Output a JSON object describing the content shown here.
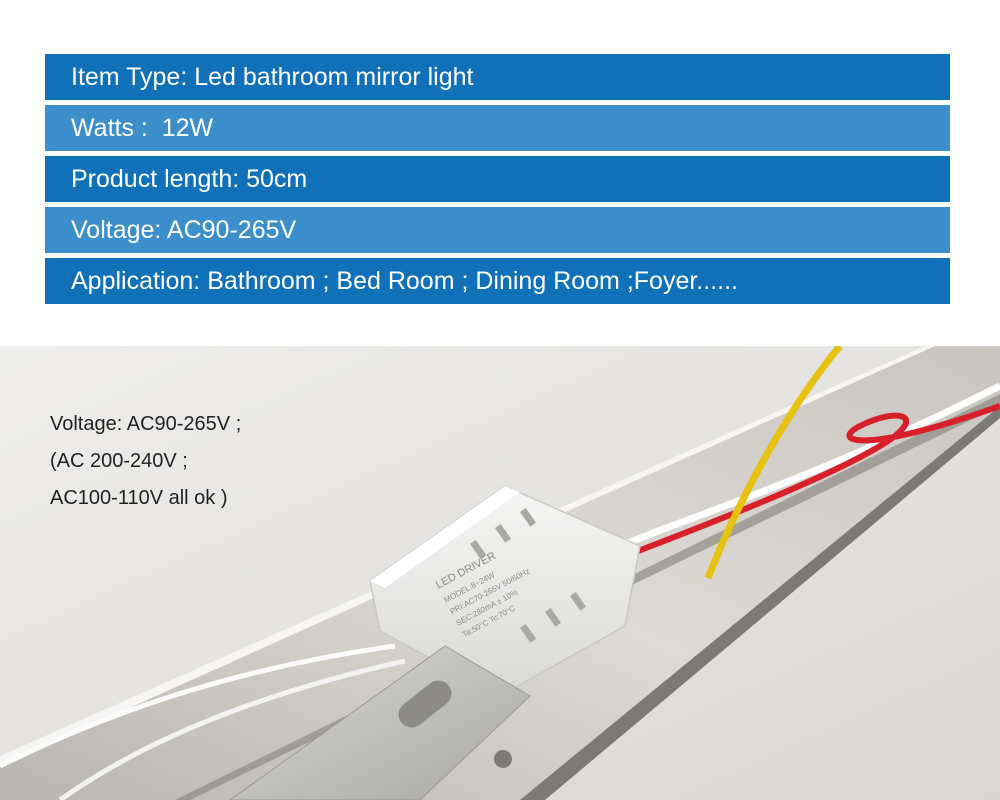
{
  "specs": [
    {
      "text": "Item Type: Led bathroom mirror light",
      "tone": "dark"
    },
    {
      "text": "Watts :  12W",
      "tone": "light"
    },
    {
      "text": "Product length: 50cm",
      "tone": "dark"
    },
    {
      "text": "Voltage: AC90-265V",
      "tone": "light"
    },
    {
      "text": "Application: Bathroom ; Bed Room ; Dining Room ;Foyer......",
      "tone": "dark"
    }
  ],
  "voltage_note": {
    "line1": "Voltage: AC90-265V ;",
    "line2": "(AC 200-240V ;",
    "line3": "AC100-110V all ok )"
  },
  "driver_label": {
    "title": "LED DRIVER",
    "model": "MODEL:8~24W",
    "input": "PRI:AC70-265V 50/60Hz",
    "output": "SEC:280mA ± 10%",
    "temp": "Ta:50°C  Tc:70°C"
  },
  "colors": {
    "bar_dark": "#1070b8",
    "bar_light": "#3d8fcc",
    "wire_yellow": "#f2d21a",
    "wire_red": "#d8202a",
    "housing": "#c8c6c3"
  }
}
